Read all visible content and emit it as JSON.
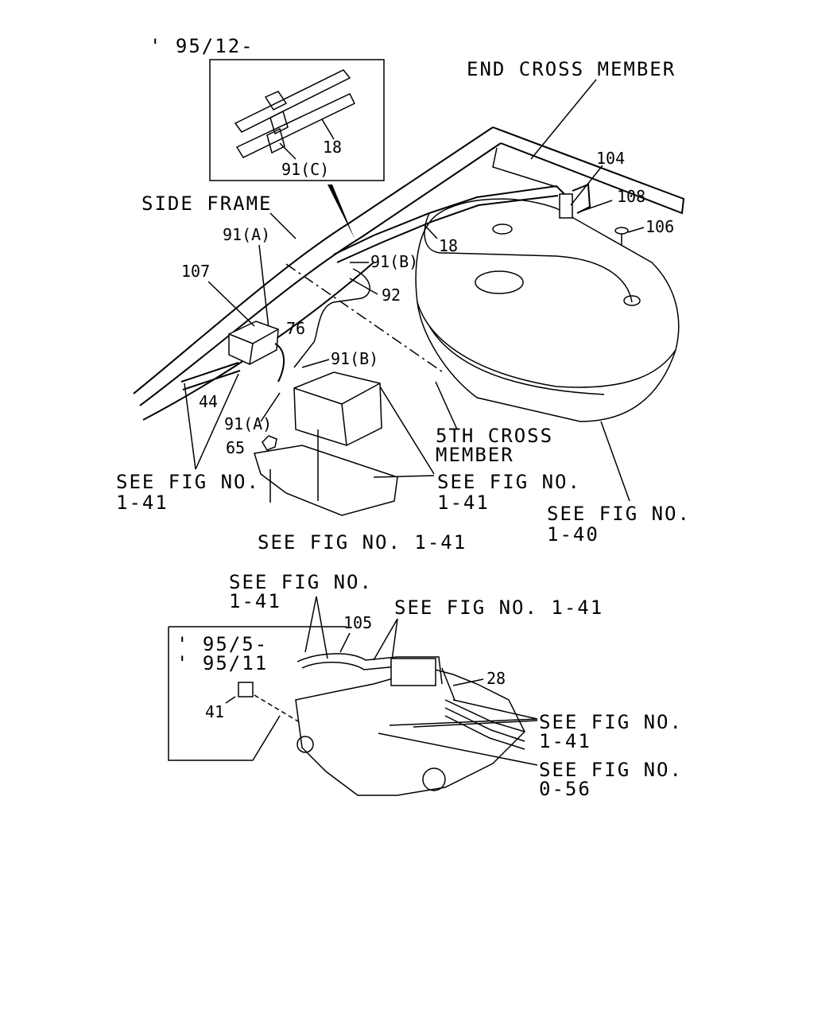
{
  "top_view": {
    "date_code": "' 95/12-",
    "inset_labels": {
      "part_18": "18",
      "part_91c": "91(C)"
    },
    "end_cross_member": "END CROSS MEMBER",
    "side_frame": "SIDE FRAME",
    "fifth_cross_member": [
      "5TH CROSS",
      "MEMBER"
    ],
    "parts": {
      "p104": "104",
      "p108": "108",
      "p106": "106",
      "p18": "18",
      "p91a_top": "91(A)",
      "p91b_top": "91(B)",
      "p92": "92",
      "p107": "107",
      "p76": "76",
      "p91b_mid": "91(B)",
      "p44": "44",
      "p91a_low": "91(A)",
      "p65": "65"
    },
    "refs": {
      "left": [
        "SEE FIG NO.",
        "1-41"
      ],
      "center": [
        "SEE FIG NO.",
        "1-41"
      ],
      "right": [
        "SEE FIG NO.",
        "1-40"
      ],
      "bottom": "SEE FIG NO. 1-41"
    }
  },
  "bottom_view": {
    "inset_date": [
      "' 95/5-",
      "' 95/11"
    ],
    "parts": {
      "p41": "41",
      "p105": "105",
      "p28": "28"
    },
    "refs": {
      "top_left": [
        "SEE FIG NO.",
        "1-41"
      ],
      "top_right": "SEE FIG NO. 1-41",
      "right_a": [
        "SEE FIG NO.",
        "1-41"
      ],
      "right_b": [
        "SEE FIG NO.",
        "0-56"
      ]
    }
  }
}
